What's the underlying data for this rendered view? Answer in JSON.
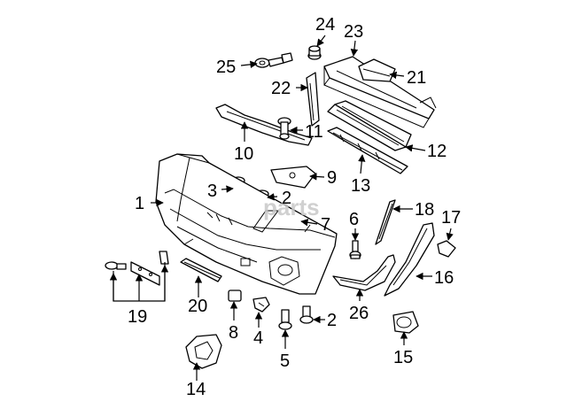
{
  "diagram": {
    "watermark": "parts",
    "callouts": [
      "1",
      "2",
      "3",
      "4",
      "5",
      "6",
      "7",
      "8",
      "9",
      "10",
      "11",
      "12",
      "13",
      "14",
      "15",
      "16",
      "17",
      "18",
      "19",
      "20",
      "21",
      "22",
      "23",
      "24",
      "25",
      "26"
    ]
  }
}
